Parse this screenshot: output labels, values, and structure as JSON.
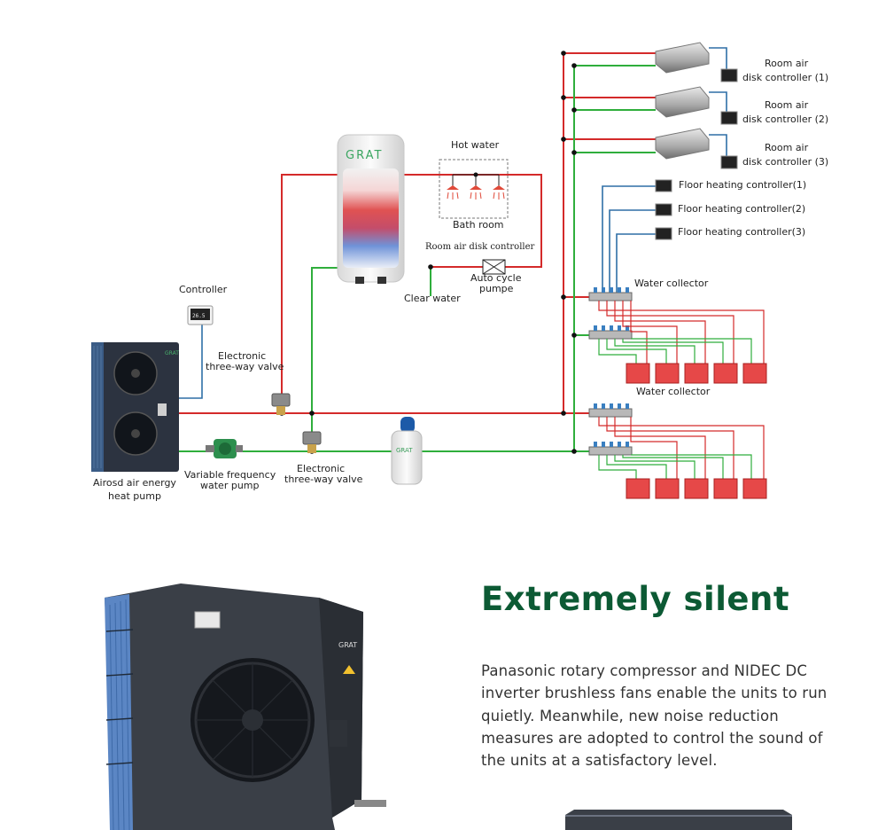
{
  "diagram": {
    "brand": "GRAT",
    "labels": {
      "hot_water": "Hot water",
      "bath_room": "Bath room",
      "room_air_disk_controller_mid": "Room air disk controller",
      "auto_cycle_pumpe_1": "Auto cycle",
      "auto_cycle_pumpe_2": "pumpe",
      "clear_water": "Clear water",
      "controller": "Controller",
      "display_value": "26.5",
      "valve_top_1": "Electronic",
      "valve_top_2": "three-way valve",
      "valve_bottom_1": "Electronic",
      "valve_bottom_2": "three-way valve",
      "heat_pump_1": "Airosd air energy",
      "heat_pump_2": "heat pump",
      "water_pump_1": "Variable frequency",
      "water_pump_2": "water pump",
      "water_collector_top": "Water collector",
      "water_collector_bottom": "Water collector",
      "room_ctrl_1a": "Room air",
      "room_ctrl_1b": "disk controller  (1)",
      "room_ctrl_2a": "Room air",
      "room_ctrl_2b": "disk controller  (2)",
      "room_ctrl_3a": "Room air",
      "room_ctrl_3b": "disk controller  (3)",
      "floor_ctrl_1": "Floor heating controller(1)",
      "floor_ctrl_2": "Floor heating controller(2)",
      "floor_ctrl_3": "Floor heating controller(3)"
    },
    "colors": {
      "hot_line": "#d42a2a",
      "cold_line": "#2fae3c",
      "signal_line": "#2f6fa6"
    }
  },
  "feature": {
    "title": "Extremely silent",
    "body": "Panasonic rotary compressor and NIDEC DC inverter brushless fans enable the units to run quietly. Meanwhile, new noise reduction measures are adopted to control the sound of the units at a satisfactory level.",
    "brand": "GRAT"
  }
}
